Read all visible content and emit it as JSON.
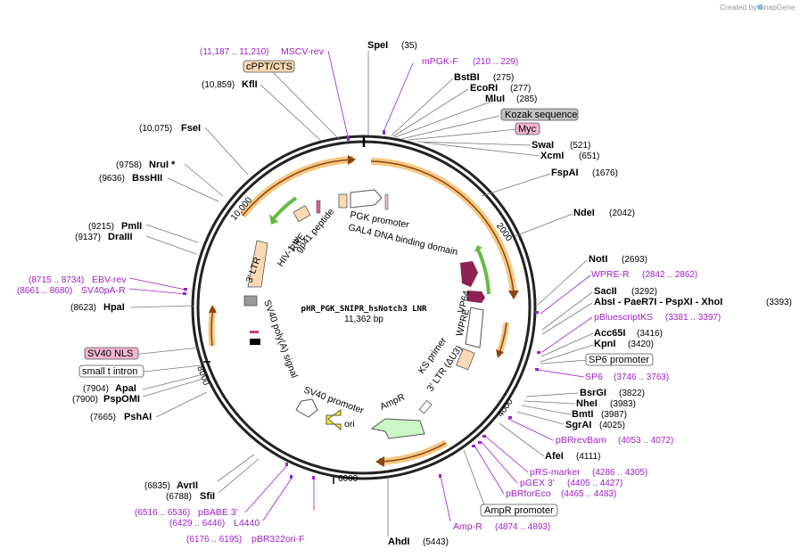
{
  "watermark": "Created by SnapGene",
  "plasmid": {
    "name": "pHR_PGK_SNIPR_hsNotch3 LNR",
    "size": "11,362 bp"
  },
  "enzymes": [
    {
      "name": "SpeI",
      "pos": "(35)"
    },
    {
      "name": "BstBI",
      "pos": "(275)"
    },
    {
      "name": "EcoRI",
      "pos": "(277)"
    },
    {
      "name": "MluI",
      "pos": "(285)"
    },
    {
      "name": "SwaI",
      "pos": "(521)"
    },
    {
      "name": "XcmI",
      "pos": "(651)"
    },
    {
      "name": "FspAI",
      "pos": "(1676)"
    },
    {
      "name": "NdeI",
      "pos": "(2042)"
    },
    {
      "name": "NotI",
      "pos": "(2693)"
    },
    {
      "name": "SacII",
      "pos": "(3292)"
    },
    {
      "name": "AbsI - PaeR7I - PspXI - XhoI",
      "pos": "(3393)"
    },
    {
      "name": "Acc65I",
      "pos": "(3416)"
    },
    {
      "name": "KpnI",
      "pos": "(3420)"
    },
    {
      "name": "BsrGI",
      "pos": "(3822)"
    },
    {
      "name": "NheI",
      "pos": "(3983)"
    },
    {
      "name": "BmtI",
      "pos": "(3987)"
    },
    {
      "name": "SgrAI",
      "pos": "(4025)"
    },
    {
      "name": "AfeI",
      "pos": "(4111)"
    },
    {
      "name": "AhdI",
      "pos": "(5443)"
    },
    {
      "name": "AvrII",
      "pos": "(6835)"
    },
    {
      "name": "SfiI",
      "pos": "(6788)"
    },
    {
      "name": "PshAI",
      "pos": "(7665)"
    },
    {
      "name": "ApaI",
      "pos": "(7904)"
    },
    {
      "name": "PspOMI",
      "pos": "(7900)"
    },
    {
      "name": "HpaI",
      "pos": "(8623)"
    },
    {
      "name": "DraIII",
      "pos": "(9137)"
    },
    {
      "name": "PmlI",
      "pos": "(9215)"
    },
    {
      "name": "BssHII",
      "pos": "(9636)"
    },
    {
      "name": "NruI *",
      "pos": "(9758)"
    },
    {
      "name": "FseI",
      "pos": "(10,075)"
    },
    {
      "name": "KflI",
      "pos": "(10,859)"
    }
  ],
  "primers": [
    {
      "name": "MSCV-rev",
      "pos": "(11,187 .. 11,210)"
    },
    {
      "name": "mPGK-F",
      "pos": "(210 .. 229)"
    },
    {
      "name": "WPRE-R",
      "pos": "(2842 .. 2862)"
    },
    {
      "name": "pBluescriptKS",
      "pos": "(3381 .. 3397)"
    },
    {
      "name": "SP6",
      "pos": "(3746 .. 3763)"
    },
    {
      "name": "pBRrevBam",
      "pos": "(4053 .. 4072)"
    },
    {
      "name": "pRS-marker",
      "pos": "(4286 .. 4305)"
    },
    {
      "name": "pGEX 3'",
      "pos": "(4405 .. 4427)"
    },
    {
      "name": "pBRforEco",
      "pos": "(4465 .. 4483)"
    },
    {
      "name": "Amp-R",
      "pos": "(4874 .. 4893)"
    },
    {
      "name": "pBABE 3'",
      "pos": "(6516 .. 6536)"
    },
    {
      "name": "L4440",
      "pos": "(6429 .. 6446)"
    },
    {
      "name": "pBR322ori-F",
      "pos": "(6176 .. 6195)"
    },
    {
      "name": "EBV-rev",
      "pos": "(8715 .. 8734)"
    },
    {
      "name": "SV40pA-R",
      "pos": "(8661 .. 8680)"
    }
  ],
  "boxed_labels": {
    "cppt": "cPPT/CTS",
    "kozak": "Kozak sequence",
    "myc": "Myc",
    "sp6_promoter": "SP6 promoter",
    "ampr_promoter": "AmpR promoter",
    "sv40_nls": "SV40 NLS",
    "small_t_intron": "small t intron"
  },
  "ticks": [
    "2000",
    "4000",
    "6000",
    "8000",
    "10,000"
  ],
  "inner_features": {
    "pgk_promoter": "PGK promoter",
    "gal4": "GAL4 DNA binding domain",
    "vp64": "VP64",
    "wpre": "WPRE",
    "ks_primer": "KS primer",
    "ltr3_du3": "3' LTR (ΔU3)",
    "ampr": "AmpR",
    "ori": "ori",
    "sv40_promoter": "SV40 promoter",
    "sv40_polya": "SV40 poly(A) signal",
    "ltr3": "3' LTR",
    "hiv1_psi": "HIV-1 Ψ",
    "rre": "RRE",
    "gp41": "gp41 peptide"
  },
  "colors": {
    "primer": "#a020c8",
    "orf_band": "#f5c882",
    "orf_arrow": "#8b4513",
    "ori": "#ffff00",
    "ampr": "#ccf5c8",
    "vp64": "#8b2252",
    "ltr": "#fad9b4",
    "boxed_pink": "#f2b6d0",
    "boxed_grey": "#c0c0c0"
  }
}
